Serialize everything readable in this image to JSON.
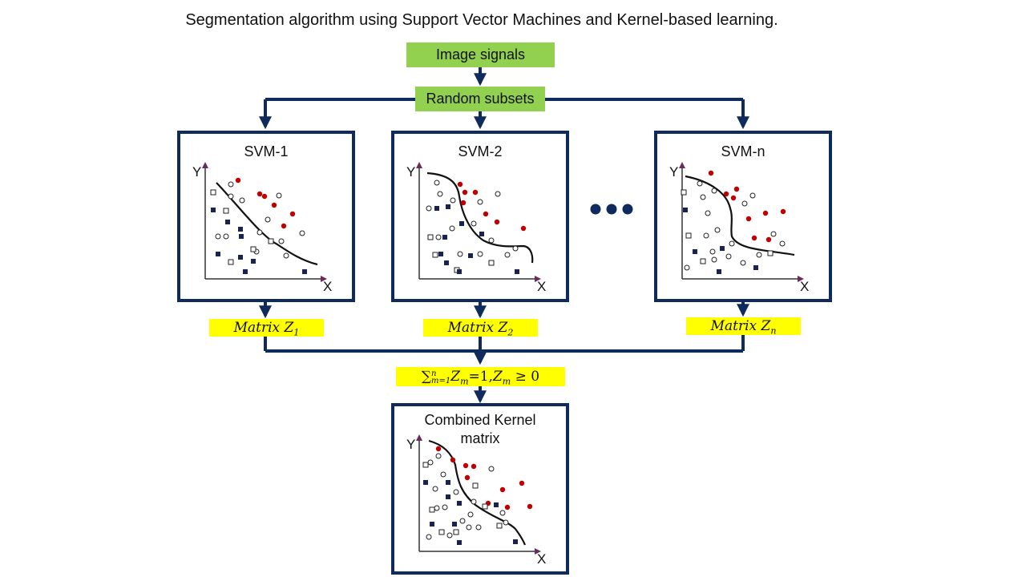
{
  "title": "Segmentation algorithm using Support Vector Machines and Kernel-based learning.",
  "nodes": {
    "image_signals": "Image signals",
    "random_subsets": "Random subsets"
  },
  "svm_boxes": [
    {
      "title": "SVM-1"
    },
    {
      "title": "SVM-2"
    },
    {
      "title": "SVM-n"
    }
  ],
  "combined_box": {
    "title_line1": "Combined Kernel",
    "title_line2": "matrix"
  },
  "matrices": [
    {
      "base": "Matrix Z",
      "sub": "1"
    },
    {
      "base": "Matrix Z",
      "sub": "2"
    },
    {
      "base": "Matrix Z",
      "sub": "n"
    }
  ],
  "constraint": {
    "sum": "∑",
    "sub": "m=1",
    "sup": "n",
    "z": "Z",
    "zsub": "m",
    "eq": "=1,",
    "z2": "Z",
    "z2sub": "m",
    "rel": " ≥ 0"
  },
  "axes": {
    "x": "X",
    "y": "Y"
  },
  "colors": {
    "box_border": "#0f2a5c",
    "green": "#92d050",
    "yellow": "#ffff00",
    "red_dot": "#c00000",
    "navy_square": "#1a2350"
  }
}
